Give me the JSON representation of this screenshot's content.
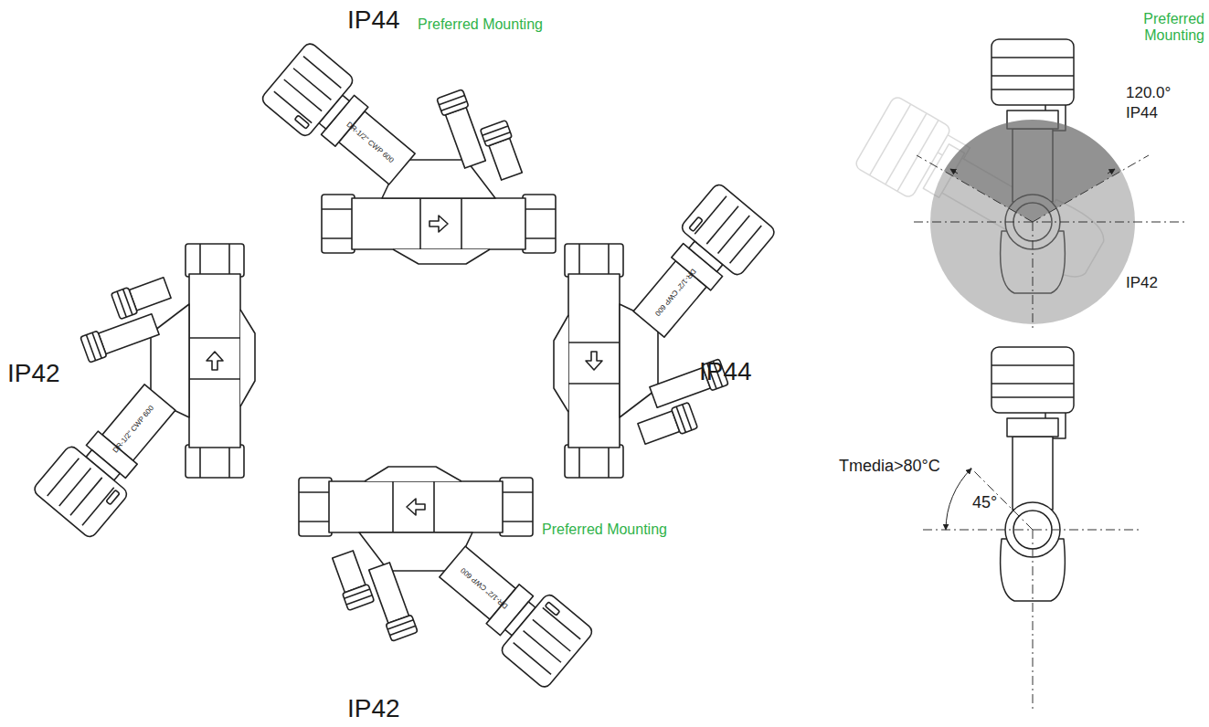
{
  "diagram": {
    "labels": [
      "IP44",
      "Preferred Mounting",
      "IP42",
      "IP44",
      "IP42",
      "Preferred Mounting",
      "DR-1/2\" CWP 600",
      "DR-1/2\" CWP 600",
      "DR-1/2\" CWP 600",
      "DR-1/2\" CWP 600",
      "Preferred Mounting",
      "120.0°",
      "IP44",
      "IP42",
      "Tmedia>80°C",
      "45°"
    ]
  }
}
